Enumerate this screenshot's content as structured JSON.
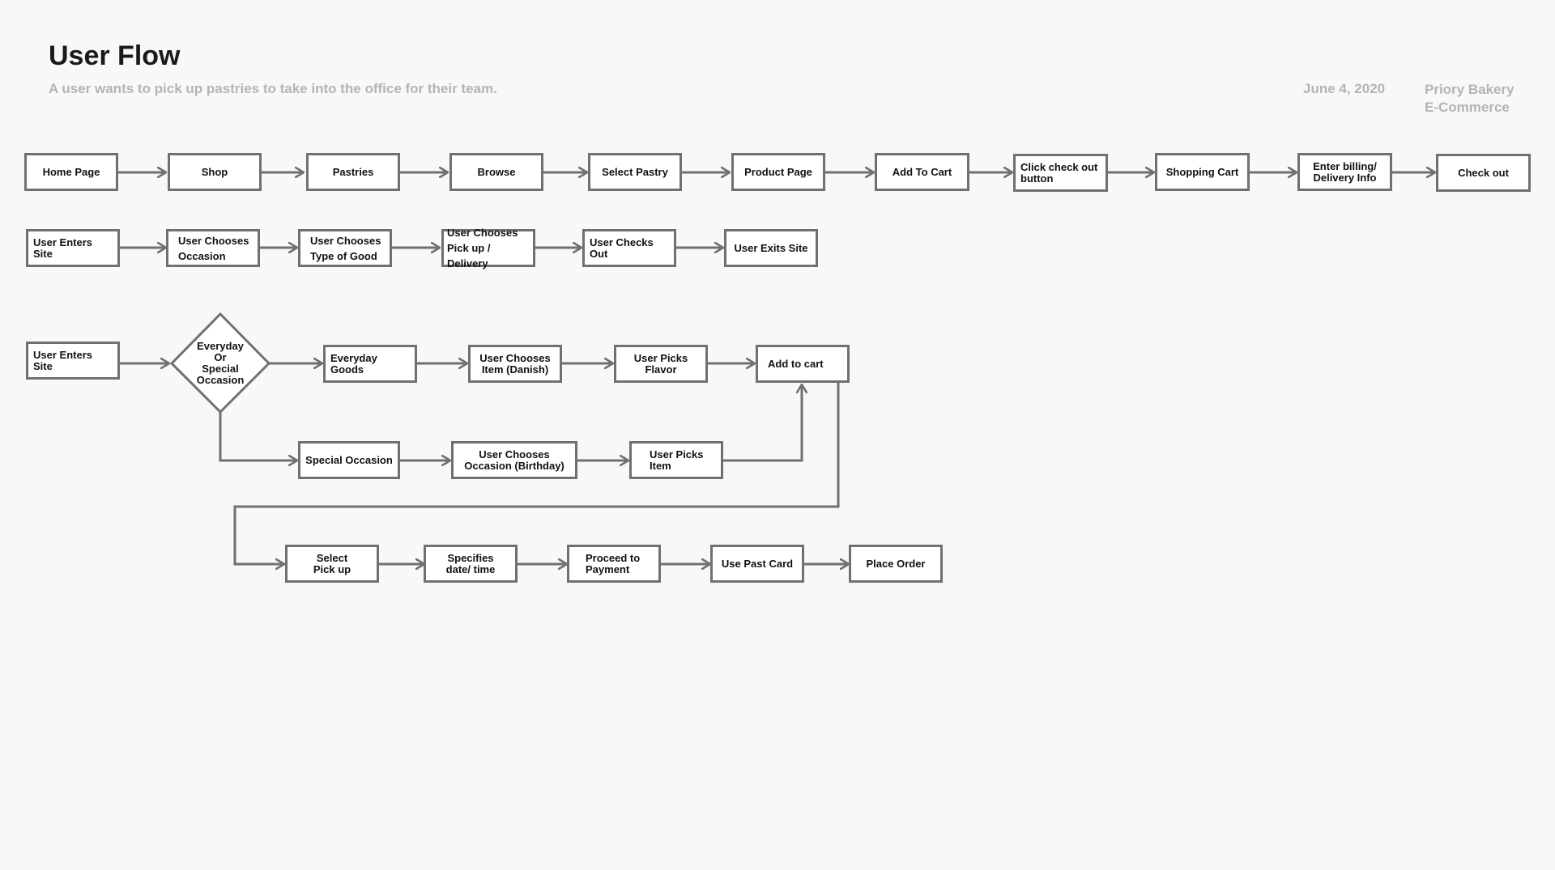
{
  "header": {
    "title": "User Flow",
    "subtitle": "A user wants to pick up pastries to take into the office for their team.",
    "date": "June 4, 2020",
    "project_line1": "Priory Bakery",
    "project_line2": "E-Commerce"
  },
  "colors": {
    "line": "#707070",
    "box_fill": "#ffffff",
    "background": "#f8f8f8",
    "meta_text": "#b4b4b4"
  },
  "nodes": {
    "r1_home": "Home Page",
    "r1_shop": "Shop",
    "r1_pastries": "Pastries",
    "r1_browse": "Browse",
    "r1_select_pastry": "Select Pastry",
    "r1_product_page": "Product Page",
    "r1_add_to_cart": "Add To Cart",
    "r1_click_checkout": "Click check out\nbutton",
    "r1_shopping_cart": "Shopping Cart",
    "r1_enter_billing": "Enter billing/\nDelivery Info",
    "r1_check_out": "Check out",
    "r2_enters_site": "User Enters Site",
    "r2_chooses_occasion": "User Chooses\nOccasion",
    "r2_chooses_good": "User Chooses\nType of Good",
    "r2_chooses_pickup": "User Chooses\nPick up / Delivery",
    "r2_checks_out": "User Checks Out",
    "r2_exits_site": "User Exits Site",
    "r3_enters_site": "User Enters Site",
    "r3_decision": "Everyday\nOr\nSpecial\nOccasion",
    "r3_everyday_goods": "Everyday Goods",
    "r3_chooses_item": "User Chooses\nItem (Danish)",
    "r3_picks_flavor": "User Picks\nFlavor",
    "r3_add_to_cart": "Add to cart",
    "r3_special_occasion": "Special Occasion",
    "r3_chooses_birthday": "User Chooses\nOccasion (Birthday)",
    "r3_picks_item": "User Picks\nItem",
    "r4_select_pickup": "Select\nPick up",
    "r4_specifies_date": "Specifies\ndate/ time",
    "r4_proceed_payment": "Proceed to\nPayment",
    "r4_use_past_card": "Use Past Card",
    "r4_place_order": "Place Order"
  }
}
